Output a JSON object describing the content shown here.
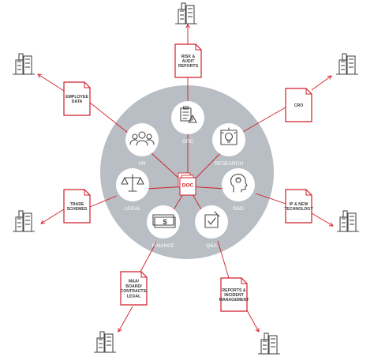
{
  "center": {
    "label": "DOC"
  },
  "departments": [
    {
      "label": "GRC",
      "icon": "clipboard-warning-icon"
    },
    {
      "label": "RESEARCH",
      "icon": "lightbulb-icon"
    },
    {
      "label": "R&D",
      "icon": "head-brain-icon"
    },
    {
      "label": "Q&A",
      "icon": "checkbox-icon"
    },
    {
      "label": "FINANCE",
      "icon": "banknotes-icon"
    },
    {
      "label": "LEGAL",
      "icon": "scales-icon"
    },
    {
      "label": "HR",
      "icon": "people-group-icon"
    }
  ],
  "documents": [
    {
      "lines": [
        "RISK &",
        "AUDIT",
        "REPORTS"
      ]
    },
    {
      "lines": [
        "CRO"
      ]
    },
    {
      "lines": [
        "IP & NEW",
        "TECHNOLOGY"
      ]
    },
    {
      "lines": [
        "REPORTS &",
        "INCIDENT",
        "MANAGEMENT"
      ]
    },
    {
      "lines": [
        "M&A/",
        "BOARD/",
        "CONTRACTS/",
        "LEGAL"
      ]
    },
    {
      "lines": [
        "TRADE",
        "SCHEMES"
      ]
    },
    {
      "lines": [
        "EMPLOYEE",
        "DATA"
      ]
    }
  ],
  "colors": {
    "accent": "#d11f2a",
    "circle": "#b8bec3",
    "node": "#ffffff",
    "icon": "#4a4a4a"
  }
}
